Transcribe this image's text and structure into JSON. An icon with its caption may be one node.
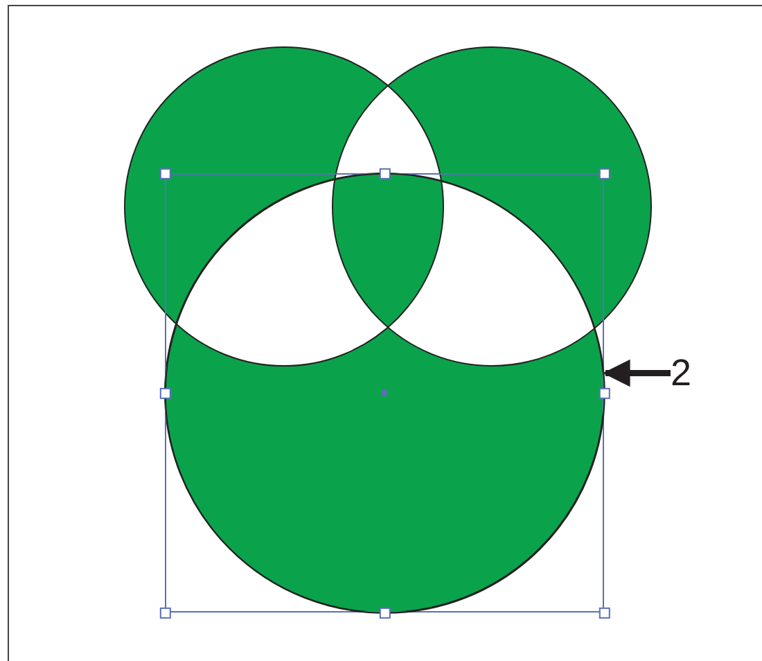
{
  "diagram": {
    "nodes": [
      {
        "text": [],
        "shape": "circle"
      },
      {
        "text": [
          "2"
        ]
      }
    ],
    "edges": [
      {
        "from": 1,
        "to": 0,
        "arrow": "to"
      }
    ]
  }
}
